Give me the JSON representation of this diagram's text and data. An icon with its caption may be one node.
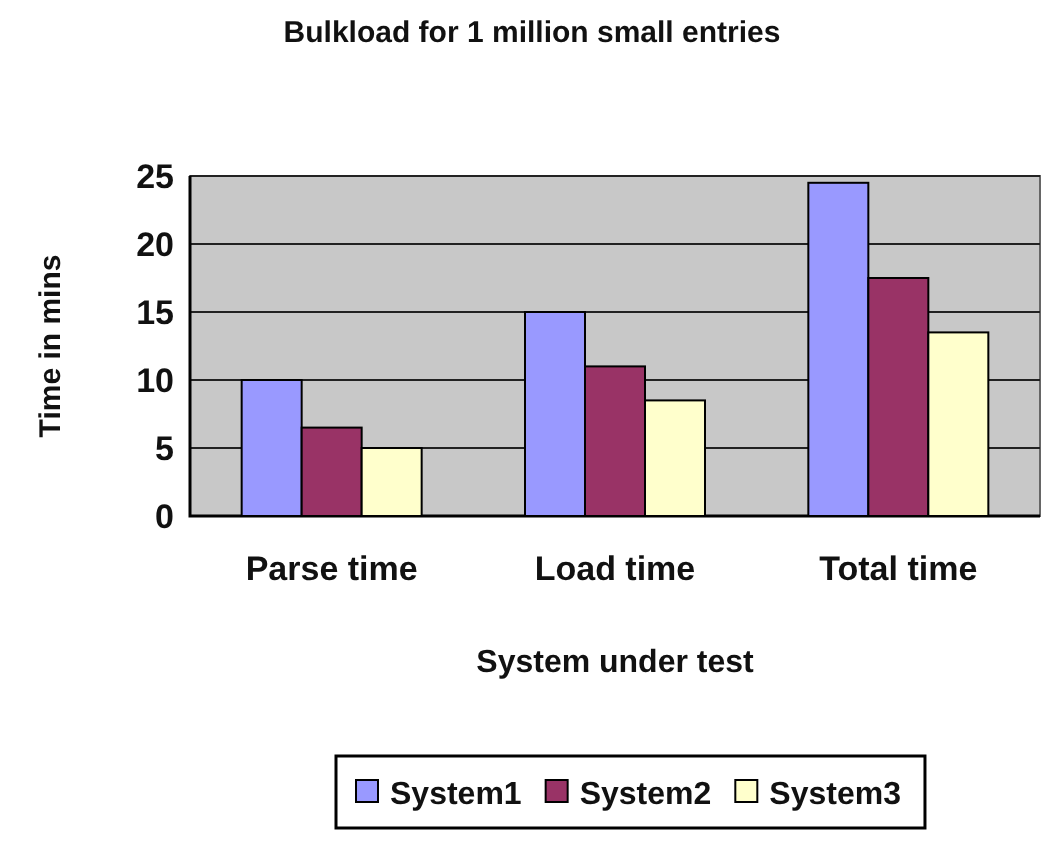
{
  "diagram": {
    "title": "Bulkload for 1 million small entries",
    "chart_data": {
      "type": "bar",
      "xlabel": "System under test",
      "ylabel": "Time in mins",
      "categories": [
        "Parse time",
        "Load time",
        "Total time"
      ],
      "series": [
        {
          "name": "System1",
          "color": "#9999ff",
          "values": [
            10,
            15,
            24.5
          ]
        },
        {
          "name": "System2",
          "color": "#993366",
          "values": [
            6.5,
            11,
            17.5
          ]
        },
        {
          "name": "System3",
          "color": "#ffffcc",
          "values": [
            5,
            8.5,
            13.5
          ]
        }
      ],
      "ylim": [
        0,
        25
      ],
      "yticks": [
        0,
        5,
        10,
        15,
        20,
        25
      ],
      "grid": true,
      "legend": true
    }
  }
}
